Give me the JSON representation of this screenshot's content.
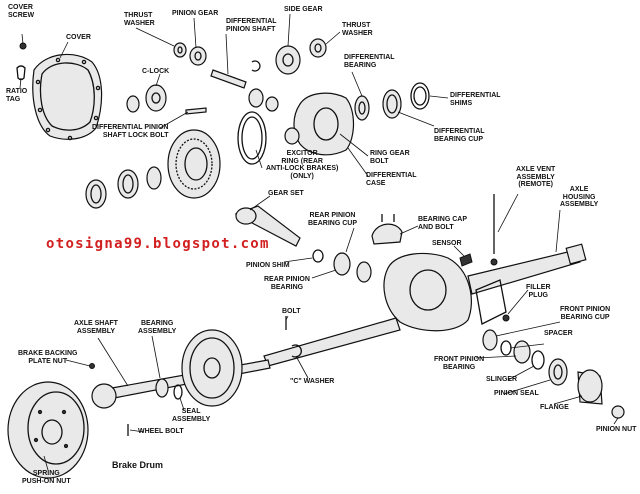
{
  "labels": {
    "cover_screw": "Cover\nscrew",
    "cover": "Cover",
    "ratio_tag": "Ratio\ntag",
    "thrust_washer_left": "Thrust\nwasher",
    "pinion_gear": "Pinion gear",
    "differential_pinion_shaft": "Differential\npinion shaft",
    "side_gear": "Side gear",
    "thrust_washer_right": "Thrust\nwasher",
    "c_lock": "C-lock",
    "differential_bearing": "Differential\nbearing",
    "differential_shims": "Differential\nshims",
    "differential_bearing_cup": "Differential\nbearing cup",
    "pinion_shaft_lock_bolt": "Differential pinion\nshaft lock bolt",
    "ring_gear_bolt": "Ring gear\nbolt",
    "exciter_ring": "Excitor\nring (rear\nanti-lock brakes)\n(only)",
    "differential_case": "Differential\ncase",
    "gear_set": "Gear set",
    "axle_vent": "Axle vent\nassembly\n(remote)",
    "axle_housing": "Axle\nhousing\nassembly",
    "rear_pinion_bearing_cup": "Rear pinion\nbearing cup",
    "bearing_cap_bolt": "Bearing cap\nand bolt",
    "sensor": "Sensor",
    "pinion_shim": "Pinion shim",
    "rear_pinion_bearing": "Rear pinion\nbearing",
    "filler_plug": "Filler\nplug",
    "front_pinion_bearing_cup": "Front pinion\nbearing cup",
    "bolt": "Bolt",
    "axle_shaft_assembly": "Axle shaft\nassembly",
    "bearing_assembly": "Bearing\nassembly",
    "spacer": "Spacer",
    "brake_backing_plate_nut": "Brake backing\nplate nut",
    "front_pinion_bearing": "Front pinion\nbearing",
    "slinger": "Slinger",
    "c_washer": "\"C\" washer",
    "pinion_seal": "Pinion seal",
    "seal_assembly": "Seal\nassembly",
    "flange": "Flange",
    "wheel_bolt": "Wheel bolt",
    "pinion_nut": "Pinion nut",
    "spring_push_on_nut": "Spring\npush-on nut",
    "brake_drum": "Brake Drum"
  },
  "watermark": "otosigna99.blogspot.com",
  "colors": {
    "watermark": "#d21f1f",
    "ink": "#111111"
  }
}
